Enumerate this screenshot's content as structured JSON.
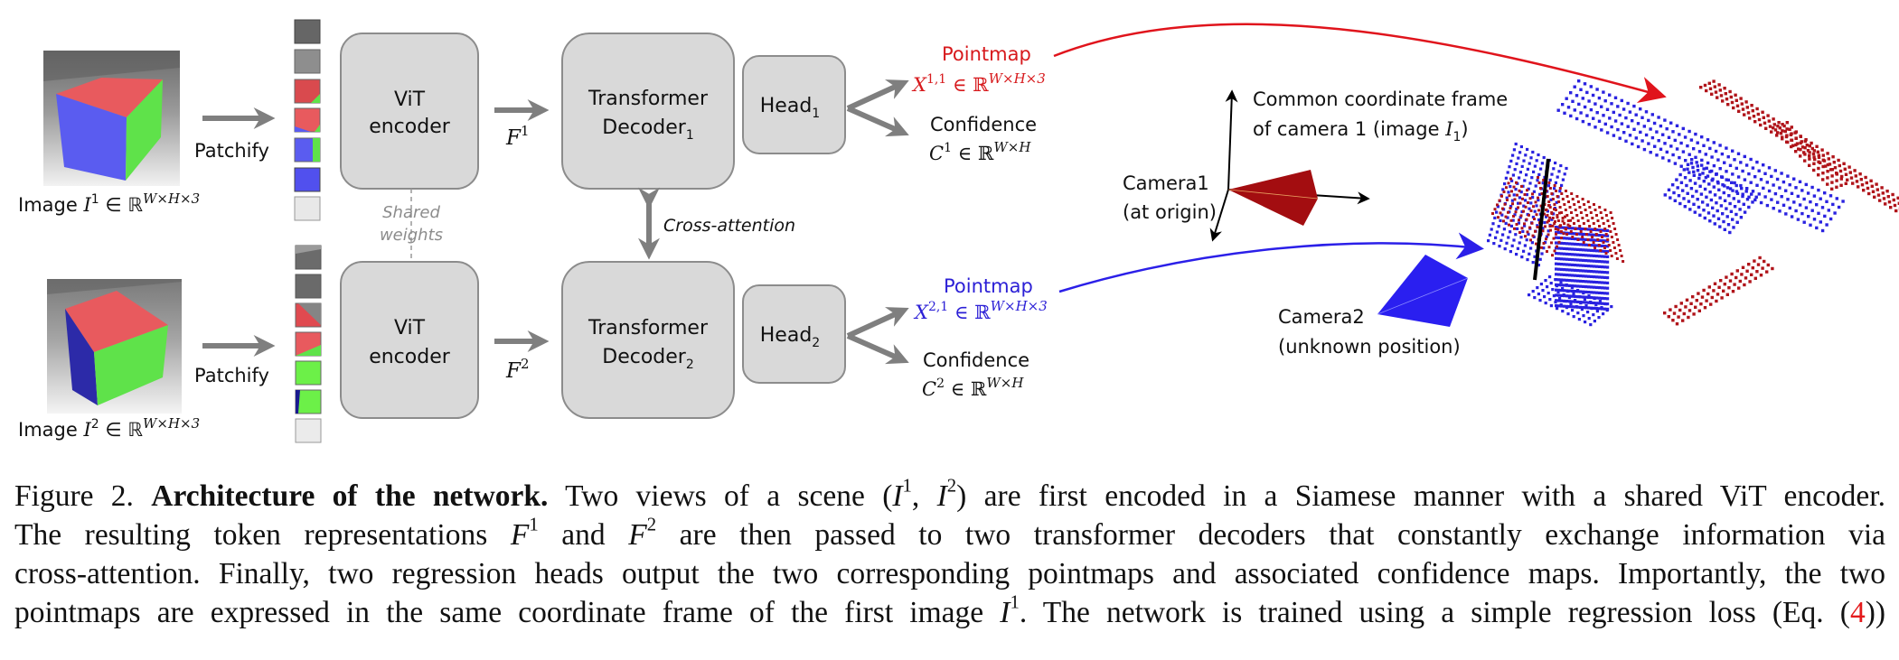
{
  "figure": {
    "inputs": [
      {
        "label_prefix": "Image ",
        "symbol": "I",
        "sup": "1",
        "set": " ∈ ℝ",
        "dims": "W×H×3"
      },
      {
        "label_prefix": "Image ",
        "symbol": "I",
        "sup": "2",
        "set": " ∈ ℝ",
        "dims": "W×H×3"
      }
    ],
    "patchify_label": "Patchify",
    "encoder": {
      "line1": "ViT",
      "line2": "encoder"
    },
    "shared_weights": {
      "line1": "Shared",
      "line2": "weights"
    },
    "features": [
      {
        "symbol": "F",
        "sup": "1"
      },
      {
        "symbol": "F",
        "sup": "2"
      }
    ],
    "decoders": [
      {
        "line1": "Transformer",
        "line2": "Decoder",
        "sub": "1"
      },
      {
        "line1": "Transformer",
        "line2": "Decoder",
        "sub": "2"
      }
    ],
    "cross_attention_label": "Cross-attention",
    "heads": [
      {
        "label": "Head",
        "sub": "1"
      },
      {
        "label": "Head",
        "sub": "2"
      }
    ],
    "pointmaps": [
      {
        "title": "Pointmap",
        "symbol": "X",
        "sup": "1,1",
        "set": " ∈ ℝ",
        "dims": "W×H×3",
        "color": "#d7191c"
      },
      {
        "title": "Pointmap",
        "symbol": "X",
        "sup": "2,1",
        "set": " ∈ ℝ",
        "dims": "W×H×3",
        "color": "#2b1fd6"
      }
    ],
    "confidences": [
      {
        "title": "Confidence",
        "symbol": "C",
        "sup": "1",
        "set": " ∈ ℝ",
        "dims": "W×H"
      },
      {
        "title": "Confidence",
        "symbol": "C",
        "sup": "2",
        "set": " ∈ ℝ",
        "dims": "W×H"
      }
    ],
    "coord_frame": {
      "line1": "Common coordinate frame",
      "line2_prefix": "of camera 1 (image ",
      "symbol": "I",
      "sub": "1",
      "line2_suffix": ")"
    },
    "camera1": {
      "line1": "Camera1",
      "line2": "(at origin)",
      "color": "#a30d10"
    },
    "camera2": {
      "line1": "Camera2",
      "line2": "(unknown position)",
      "color": "#2a1ff0"
    },
    "colors": {
      "box_fill": "#d9d9d9",
      "box_stroke": "#8c8c8c",
      "arrow_gray": "#7f7f7f",
      "cube_red": "#e85a5e",
      "cube_green": "#5fe24a",
      "cube_blue": "#5a5cf0",
      "cube_dark_blue": "#2c2aa8",
      "pointcloud_red": "#b0141a",
      "pointcloud_blue": "#2a22e0"
    }
  },
  "caption": {
    "figure_label": "Figure 2. ",
    "title": "Architecture of the network.",
    "line1_a": " Two views of a scene (",
    "line1_I1": "I",
    "line1_sup1": "1",
    "line1_comma": ", ",
    "line1_I2": "I",
    "line1_sup2": "2",
    "line1_b": ") are first encoded in a Siamese manner with a shared ViT encoder.",
    "line2_a": "The resulting token representations ",
    "line2_F1": "F",
    "line2_sup1": "1",
    "line2_and": " and ",
    "line2_F2": "F",
    "line2_sup2": "2",
    "line2_b": " are then passed to two transformer decoders that constantly exchange information via",
    "line3": "cross-attention. Finally, two regression heads output the two corresponding pointmaps and associated confidence maps. Importantly, the two",
    "line4_a": "pointmaps are expressed in the same coordinate frame of the first image ",
    "line4_I": "I",
    "line4_sup": "1",
    "line4_b": ". The network is trained using a simple regression loss (Eq. (",
    "line4_ref": "4",
    "line4_c": "))"
  }
}
